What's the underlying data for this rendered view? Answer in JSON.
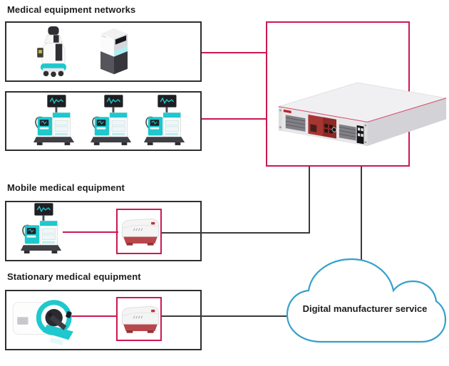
{
  "diagram": {
    "type": "network-architecture",
    "background": "#ffffff"
  },
  "colors": {
    "accent_red": "#cc1850",
    "line_dark": "#3a3a3a",
    "box_border_dark": "#2e2e2e",
    "cloud_blue": "#34a0cc",
    "device_teal": "#1ec8cd",
    "device_dark": "#2e2e33",
    "chassis_gray": "#e7e7ea",
    "router_red": "#b8474c"
  },
  "sections": {
    "networks": {
      "title": "Medical equipment networks",
      "groups": [
        {
          "devices": [
            "mobile-robot",
            "kiosk-terminal"
          ]
        },
        {
          "devices": [
            "medical-cart",
            "medical-cart",
            "medical-cart"
          ]
        }
      ]
    },
    "mobile": {
      "title": "Mobile medical equipment",
      "devices": [
        "medical-cart",
        "gateway-router"
      ]
    },
    "stationary": {
      "title": "Stationary medical equipment",
      "devices": [
        "mri-scanner",
        "gateway-router"
      ]
    },
    "hub": {
      "device": "rack-server"
    },
    "cloud": {
      "label": "Digital manufacturer service"
    }
  },
  "icons": {
    "robot": "mobile-robot-icon",
    "kiosk": "kiosk-terminal-icon",
    "cart": "medical-cart-icon",
    "mri": "mri-scanner-icon",
    "router": "gateway-router-icon",
    "server": "rack-server-icon",
    "cloud": "cloud-shape"
  },
  "connections": [
    {
      "from": "networks-group-1",
      "to": "rack-server",
      "color": "#cc1850"
    },
    {
      "from": "networks-group-2",
      "to": "rack-server",
      "color": "#cc1850"
    },
    {
      "from": "medical-cart-mobile",
      "to": "gateway-router-mobile",
      "color": "#cc1850"
    },
    {
      "from": "gateway-router-mobile",
      "to": "rack-server",
      "color": "#3a3a3a"
    },
    {
      "from": "mri-scanner",
      "to": "gateway-router-stationary",
      "color": "#cc1850"
    },
    {
      "from": "gateway-router-stationary",
      "to": "cloud",
      "color": "#3a3a3a"
    },
    {
      "from": "rack-server",
      "to": "cloud",
      "color": "#3a3a3a"
    }
  ]
}
